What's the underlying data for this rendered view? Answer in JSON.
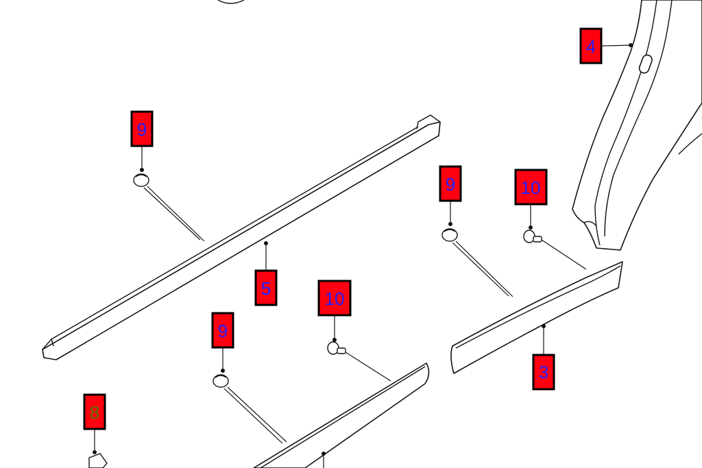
{
  "colors": {
    "callout_fill": "#ff0010",
    "callout_border": "#000000",
    "number_blue": "#2020ff",
    "number_olive": "#557700",
    "line": "#111111"
  },
  "callouts": [
    {
      "key": "fender",
      "label": "4",
      "color": "#2020ff"
    },
    {
      "key": "upper-left-clip",
      "label": "9",
      "color": "#2020ff"
    },
    {
      "key": "sill-upper",
      "label": "5",
      "color": "#2020ff"
    },
    {
      "key": "right-clip",
      "label": "9",
      "color": "#2020ff"
    },
    {
      "key": "right-screw",
      "label": "10",
      "color": "#2020ff"
    },
    {
      "key": "center-screw",
      "label": "10",
      "color": "#2020ff"
    },
    {
      "key": "lower-left-clip",
      "label": "9",
      "color": "#2020ff"
    },
    {
      "key": "rear-molding",
      "label": "3",
      "color": "#2020ff"
    },
    {
      "key": "bottom-clip",
      "label": "8",
      "color": "#557700"
    }
  ]
}
